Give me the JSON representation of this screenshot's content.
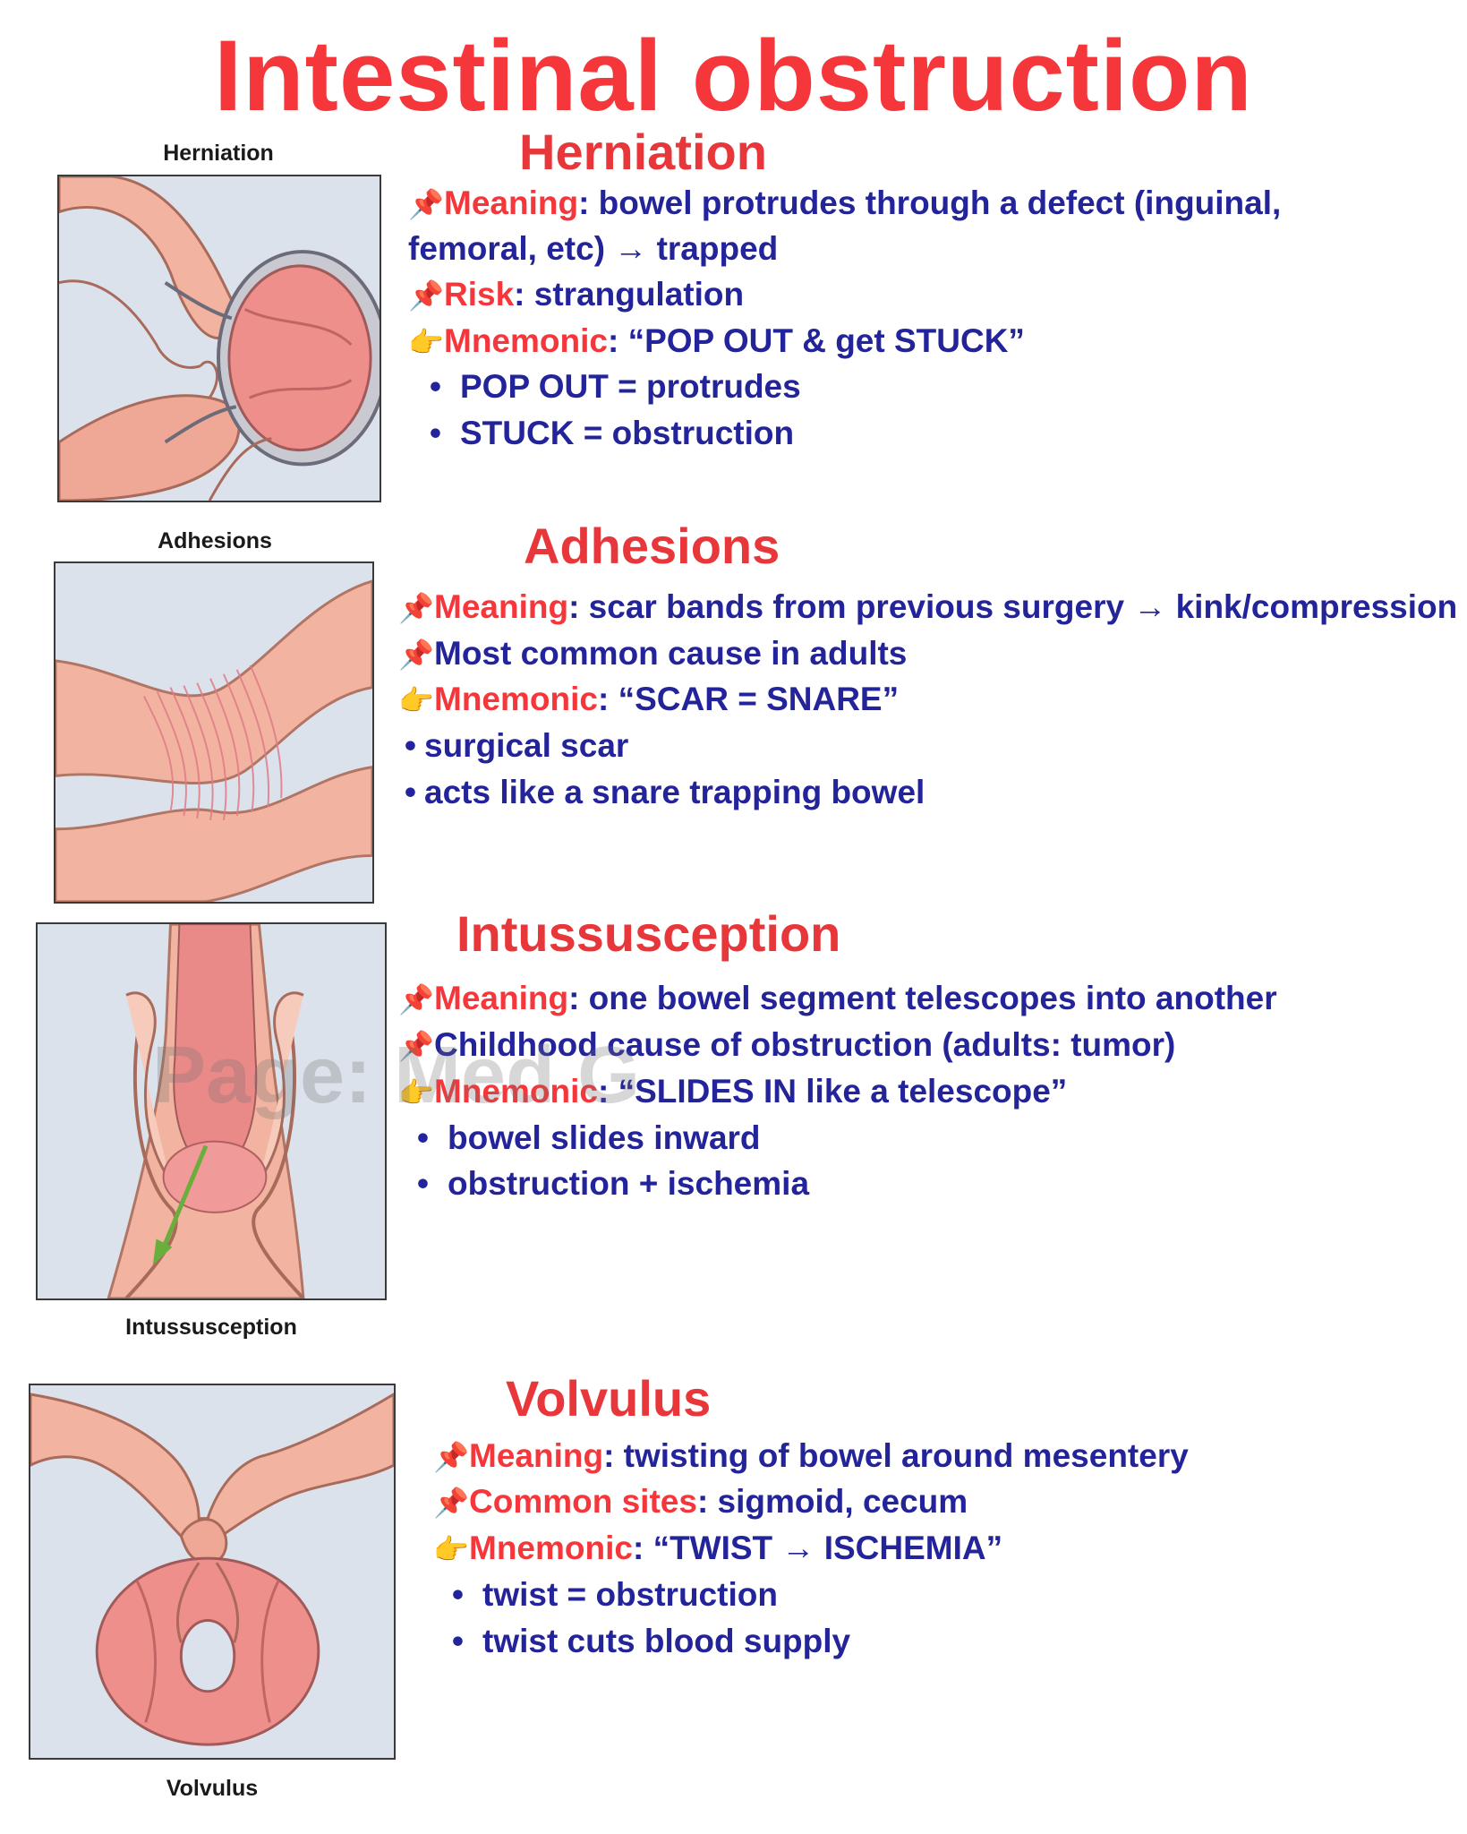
{
  "title": "Intestinal obstruction",
  "watermark": "Page: Med G",
  "herniation": {
    "caption": "Herniation",
    "heading": "Herniation",
    "meaning_key": "Meaning",
    "meaning_text": ": bowel protrudes through a defect (inguinal,",
    "meaning_cont": "femoral, etc) → trapped",
    "risk_key": "Risk",
    "risk_text": ": strangulation",
    "mnemonic_key": "Mnemonic",
    "mnemonic_text": ": “POP OUT & get STUCK”",
    "bullets": [
      "POP OUT = protrudes",
      "STUCK = obstruction"
    ]
  },
  "adhesions": {
    "caption": "Adhesions",
    "heading": "Adhesions",
    "meaning_key": "Meaning",
    "meaning_text": ": scar bands from previous surgery → kink/compression",
    "note": "Most common cause in adults",
    "mnemonic_key": "Mnemonic",
    "mnemonic_text": ": “SCAR = SNARE”",
    "bullets": [
      "surgical scar",
      "acts like a snare trapping bowel"
    ]
  },
  "intussusception": {
    "caption": "Intussusception",
    "heading": "Intussusception",
    "meaning_key": "Meaning",
    "meaning_text": ": one bowel segment telescopes into another",
    "note": "Childhood cause of obstruction (adults: tumor)",
    "mnemonic_key": "Mnemonic",
    "mnemonic_text": ": “SLIDES IN like a telescope”",
    "bullets": [
      "bowel slides inward",
      "obstruction + ischemia"
    ]
  },
  "volvulus": {
    "caption": "Volvulus",
    "heading": "Volvulus",
    "meaning_key": "Meaning",
    "meaning_text": ": twisting of bowel around mesentery",
    "sites_key": "Common sites",
    "sites_text": ": sigmoid, cecum",
    "mnemonic_key": "Mnemonic",
    "mnemonic_text": ": “TWIST → ISCHEMIA”",
    "bullets": [
      "twist = obstruction",
      "twist cuts blood supply"
    ]
  },
  "icons": {
    "pin": "pushpin-icon",
    "hand": "pointing-hand-icon",
    "bullet": "•"
  },
  "colors": {
    "title_red": "#f5373b",
    "body_navy": "#23239a",
    "figure_bg": "#dbe2ec",
    "bowel_pink": "#f2a898"
  }
}
